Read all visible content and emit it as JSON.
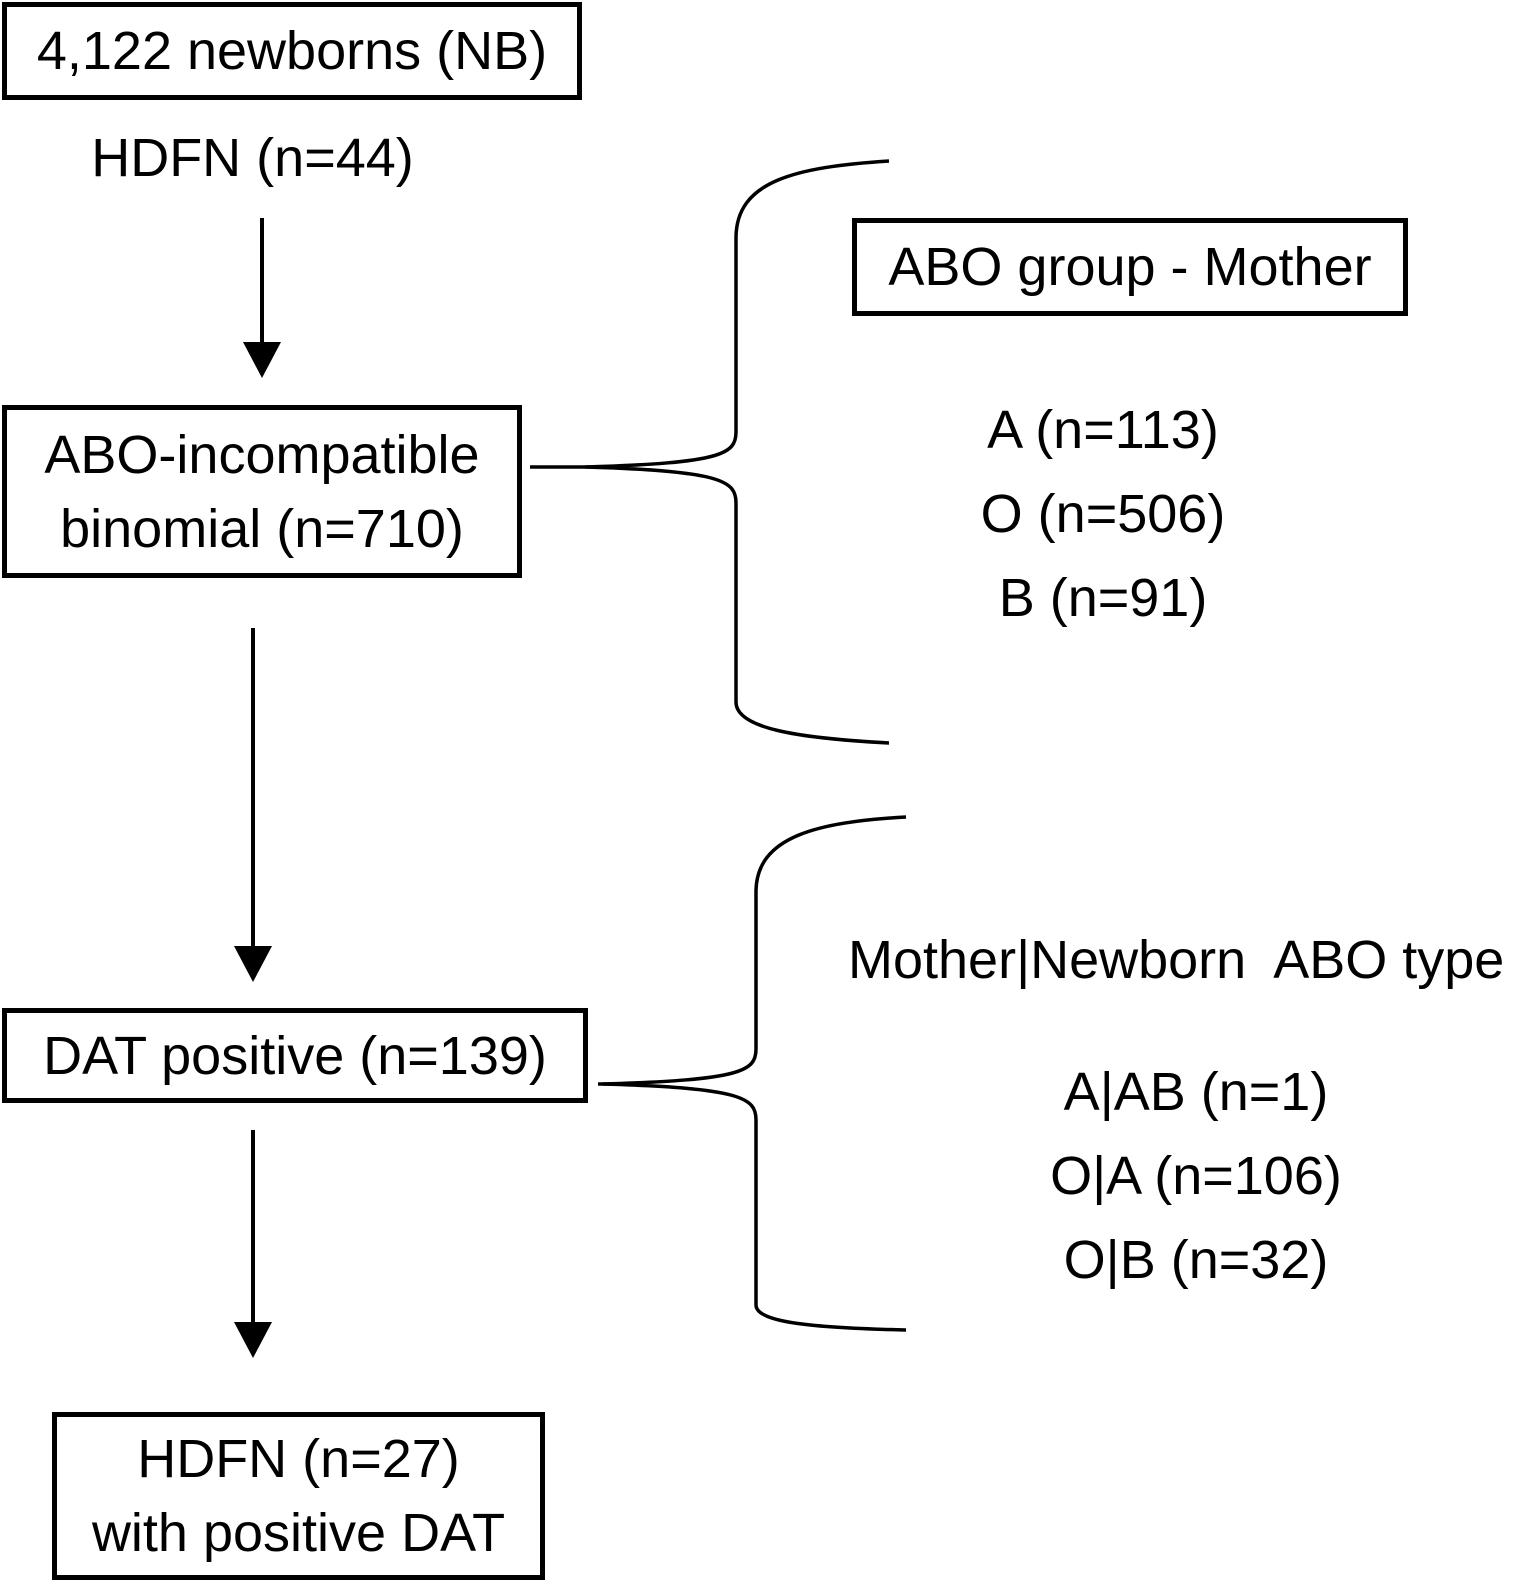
{
  "diagram": {
    "title_hint": "HDFN newborn ABO flowchart",
    "colors": {
      "line": "#000000",
      "text": "#000000",
      "background": "#ffffff"
    },
    "nodes": {
      "newborns_box": {
        "label": "4,122 newborns (NB)"
      },
      "hdfn_initial_label": {
        "label": "HDFN (n=44)"
      },
      "abo_incompatible_box": {
        "line1": "ABO-incompatible",
        "line2": "binomial (n=710)"
      },
      "abo_group_mother_box": {
        "label": "ABO group - Mother"
      },
      "abo_group_mother_items": [
        "A (n=113)",
        "O (n=506)",
        "B (n=91)"
      ],
      "mother_newborn_label": {
        "label": "Mother|Newborn  ABO type"
      },
      "mother_newborn_items": [
        "A|AB (n=1)",
        "O|A (n=106)",
        "O|B (n=32)"
      ],
      "dat_positive_box": {
        "label": "DAT positive (n=139)"
      },
      "hdfn_final_box": {
        "line1": "HDFN (n=27)",
        "line2": "with positive DAT"
      }
    },
    "icons": {
      "arrow": "down-arrow-icon",
      "brace": "left-curly-brace-icon"
    }
  }
}
